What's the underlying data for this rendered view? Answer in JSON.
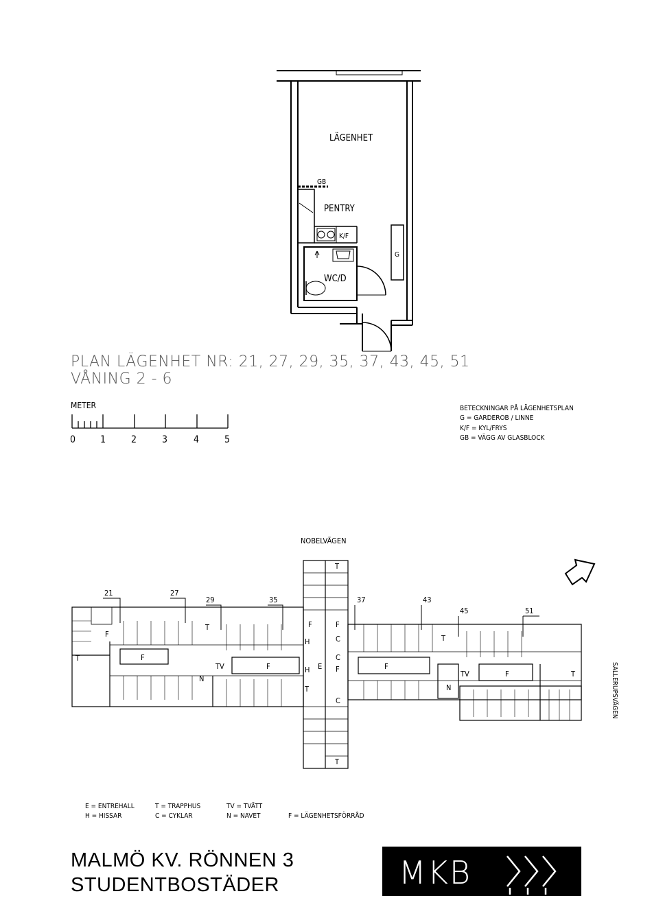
{
  "apartment_plan": {
    "room_label": "LÄGENHET",
    "gb_label": "GB",
    "pentry_label": "PENTRY",
    "kf_label": "K/F",
    "wc_label": "WC/D",
    "g_label": "G"
  },
  "plan_title": {
    "line1": "PLAN LÄGENHET NR: 21, 27, 29, 35, 37, 43, 45, 51",
    "line2": "VÅNING 2 - 6"
  },
  "scale_bar": {
    "unit_label": "METER",
    "ticks": [
      "0",
      "1",
      "2",
      "3",
      "4",
      "5"
    ]
  },
  "legend_apartment": {
    "title": "BETECKNINGAR PÅ LÄGENHETSPLAN",
    "items": [
      "G = GARDEROB / LINNE",
      "K/F = KYL/FRYS",
      "GB = VÄGG AV GLASBLOCK"
    ]
  },
  "site_plan": {
    "street_top": "NOBELVÄGEN",
    "street_right": "SALLERUPSVÄGEN",
    "unit_numbers": [
      "21",
      "27",
      "29",
      "35",
      "37",
      "43",
      "45",
      "51"
    ],
    "codes": {
      "f": "F",
      "t": "T",
      "h": "H",
      "c": "C",
      "e": "E",
      "n": "N",
      "tv": "TV"
    }
  },
  "legend_site": {
    "col1": [
      "E = ENTREHALL",
      "H = HISSAR"
    ],
    "col2": [
      "T = TRAPPHUS",
      "C = CYKLAR"
    ],
    "col3": [
      "TV = TVÄTT",
      "N = NAVET"
    ],
    "col4": [
      "F = LÄGENHETSFÖRRÅD"
    ]
  },
  "footer": {
    "line1": "MALMÖ   KV. RÖNNEN 3",
    "line2": "STUDENTBOSTÄDER",
    "logo_text": "MKB"
  },
  "colors": {
    "ink": "#000000",
    "title_gray": "#555555",
    "background": "#ffffff"
  }
}
